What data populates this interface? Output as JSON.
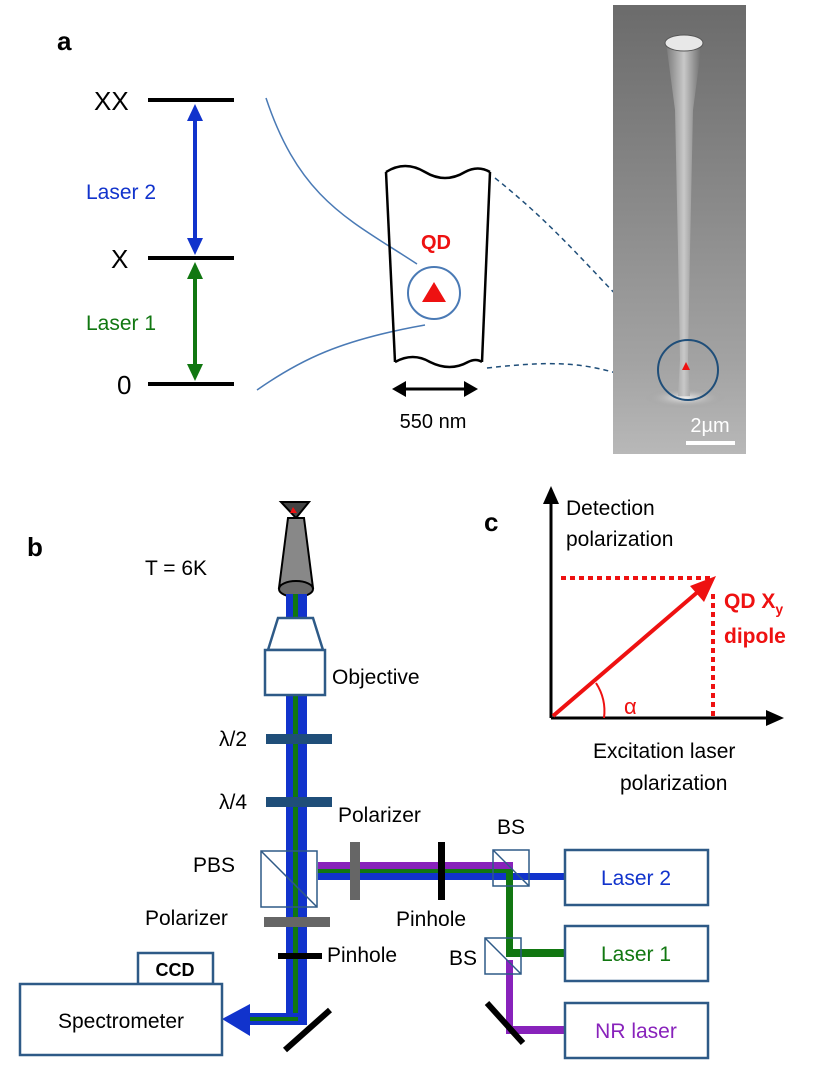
{
  "panel_a": {
    "label": "a",
    "levels": {
      "xx": "XX",
      "x": "X",
      "zero": "0"
    },
    "laser2": "Laser 2",
    "laser1": "Laser 1",
    "qd": "QD",
    "width": "550 nm",
    "scale_bar": "2µm"
  },
  "panel_b": {
    "label": "b",
    "temperature": "T = 6K",
    "objective": "Objective",
    "half_wave": "λ/2",
    "quarter_wave": "λ/4",
    "polarizer_top": "Polarizer",
    "pbs": "PBS",
    "polarizer_bottom": "Polarizer",
    "pinhole_right": "Pinhole",
    "pinhole_bottom": "Pinhole",
    "bs_top": "BS",
    "bs_bottom": "BS",
    "laser2_box": "Laser 2",
    "laser1_box": "Laser 1",
    "nr_laser_box": "NR laser",
    "ccd": "CCD",
    "spectrometer": "Spectrometer"
  },
  "panel_c": {
    "label": "c",
    "y_axis_line1": "Detection",
    "y_axis_line2": "polarization",
    "x_axis_line1": "Excitation laser",
    "x_axis_line2": "polarization",
    "dipole_line1_main": "QD X",
    "dipole_line1_sub": "y",
    "dipole_line2": "dipole",
    "angle": "α"
  },
  "colors": {
    "laser2_blue": "#1133cc",
    "laser1_green": "#117711",
    "nr_purple": "#8822bb",
    "qd_red": "#ee1111",
    "optic_navy": "#1f4e79",
    "box_border": "#2e5a87"
  }
}
